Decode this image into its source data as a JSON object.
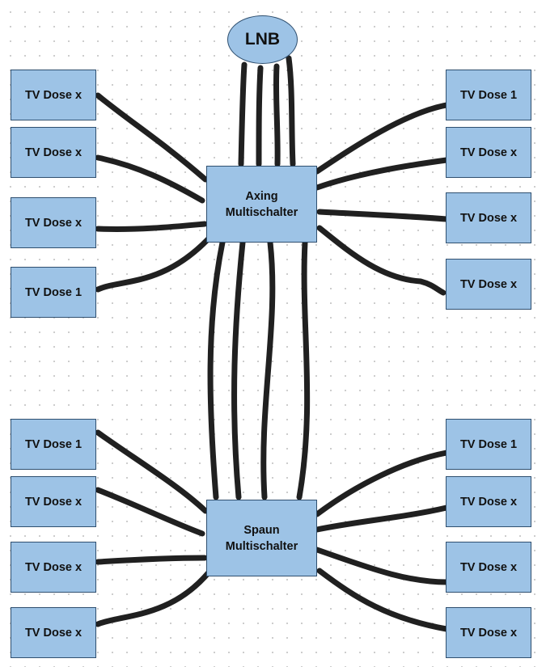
{
  "lnb": {
    "label": "LNB"
  },
  "switches": {
    "axing": {
      "line1": "Axing",
      "line2": "Multischalter"
    },
    "spaun": {
      "line1": "Spaun",
      "line2": "Multischalter"
    }
  },
  "outlets": {
    "top_left": [
      "TV Dose x",
      "TV Dose x",
      "TV Dose x",
      "TV Dose 1"
    ],
    "top_right": [
      "TV Dose 1",
      "TV Dose x",
      "TV Dose x",
      "TV Dose x"
    ],
    "bottom_left": [
      "TV Dose 1",
      "TV Dose x",
      "TV Dose x",
      "TV Dose x"
    ],
    "bottom_right": [
      "TV Dose 1",
      "TV Dose x",
      "TV Dose x",
      "TV Dose x"
    ]
  },
  "colors": {
    "box_fill": "#9dc3e6",
    "box_border": "#2f4f6f",
    "cable": "#202020"
  }
}
